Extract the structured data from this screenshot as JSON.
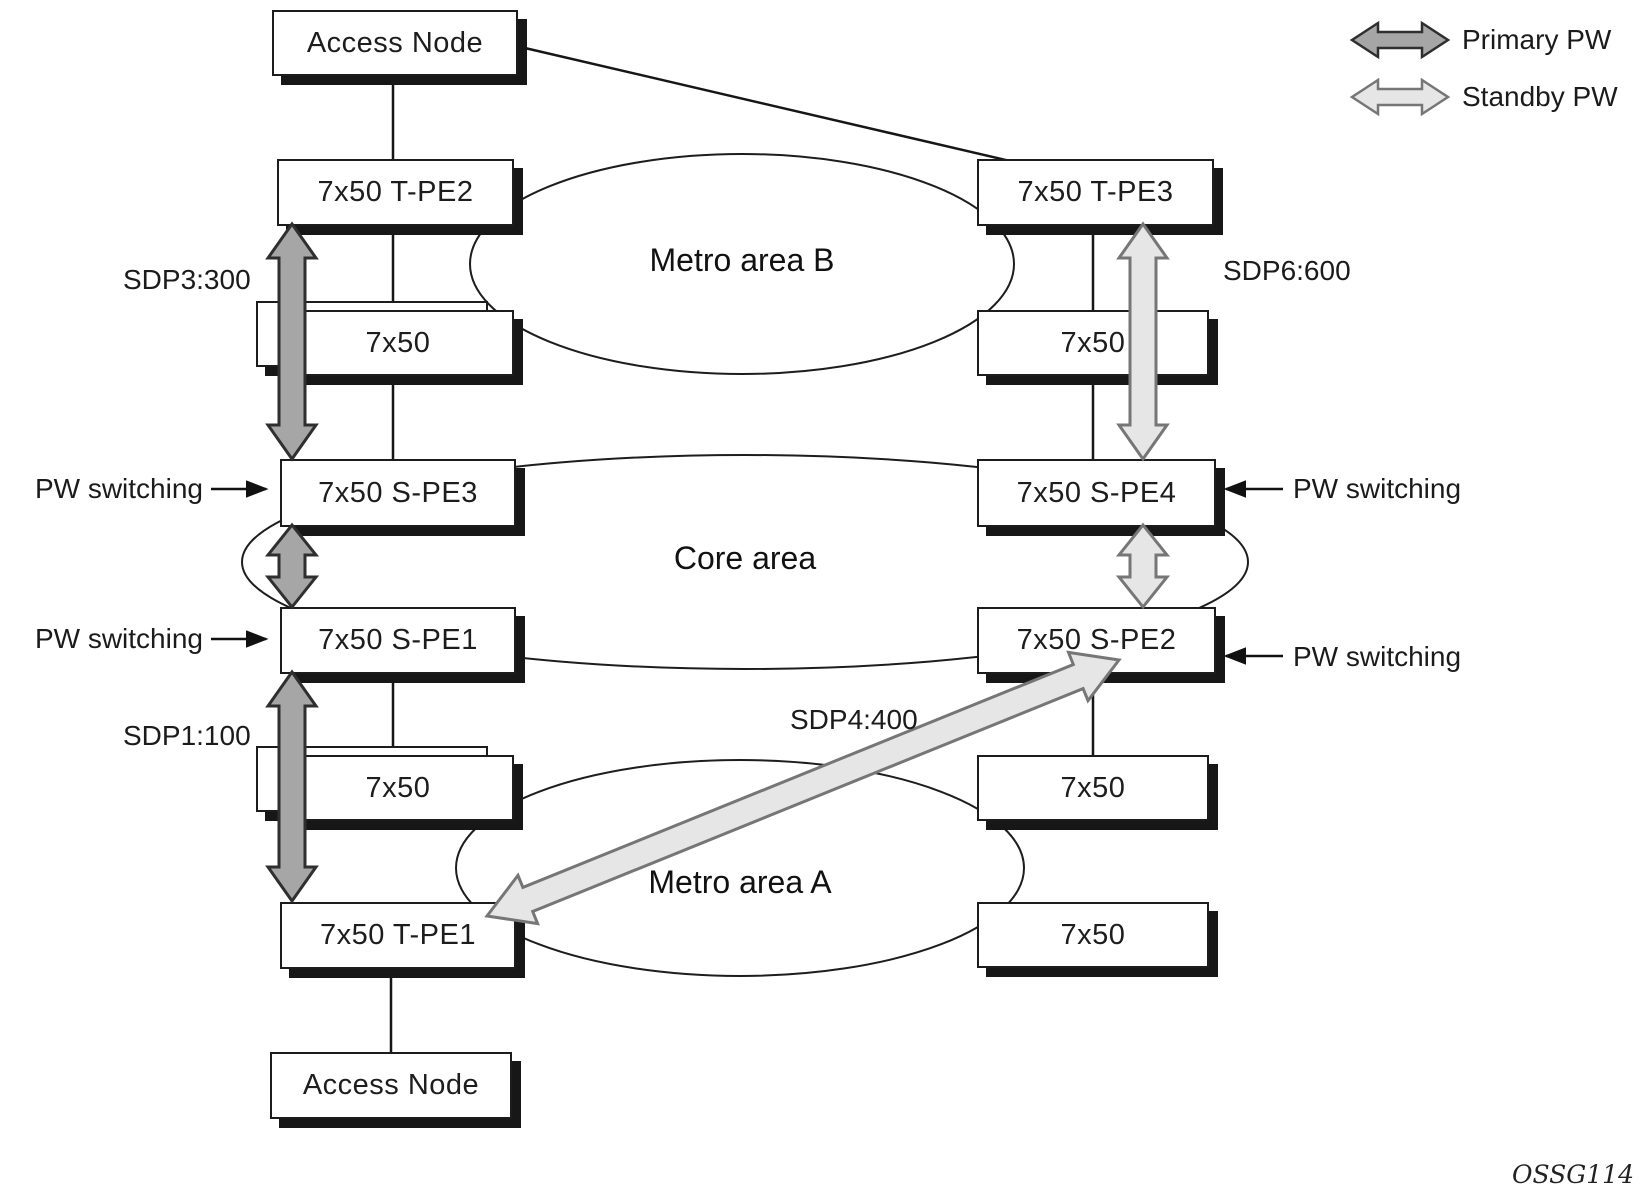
{
  "legend": {
    "items": [
      {
        "label": "Primary PW",
        "fill": "#a6a6a6",
        "stroke": "#2f2f2f"
      },
      {
        "label": "Standby PW",
        "fill": "#e6e6e6",
        "stroke": "#767676"
      }
    ]
  },
  "areas": {
    "metro_b": "Metro area B",
    "core": "Core area",
    "metro_a": "Metro area A"
  },
  "nodes": {
    "access_top": "Access Node",
    "tpe2": "7x50 T-PE2",
    "tpe3": "7x50 T-PE3",
    "metro_b_left": "7x50",
    "metro_b_right": "7x50",
    "spe3": "7x50 S-PE3",
    "spe4": "7x50 S-PE4",
    "spe1": "7x50 S-PE1",
    "spe2": "7x50 S-PE2",
    "metro_a_left": "7x50",
    "metro_a_right": "7x50",
    "tpe1": "7x50 T-PE1",
    "metro_a_bottom_right": "7x50",
    "access_bottom": "Access Node"
  },
  "sdp": {
    "sdp3": "SDP3:300",
    "sdp6": "SDP6:600",
    "sdp1": "SDP1:100",
    "sdp4": "SDP4:400"
  },
  "pw_switching": {
    "spe3": "PW switching",
    "spe1": "PW switching",
    "spe4": "PW switching",
    "spe2": "PW switching"
  },
  "watermark": "OSSG114"
}
